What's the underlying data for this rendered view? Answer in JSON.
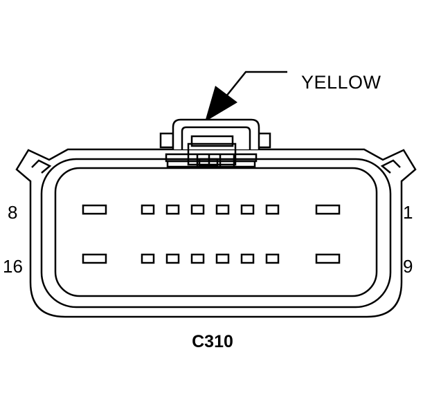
{
  "connector": {
    "id": "C310",
    "color": "YELLOW",
    "pin_labels": {
      "top_left": "8",
      "bottom_left": "16",
      "top_right": "1",
      "bottom_right": "9"
    },
    "rows": 2,
    "cavities_per_row": 8
  }
}
